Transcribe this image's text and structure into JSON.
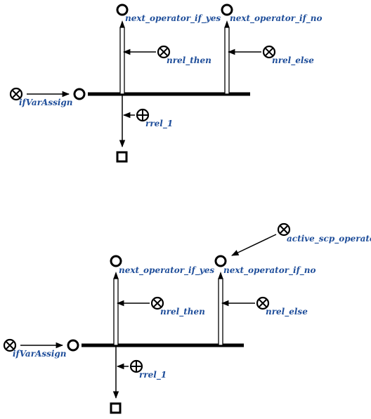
{
  "colors": {
    "ink": "#000000",
    "label": "#1f4e9a",
    "background": "#ffffff"
  },
  "icons": {
    "node": "circle-node-icon",
    "relation": "circle-x-icon",
    "positive_relation": "circle-plus-icon",
    "terminal": "square-node-icon"
  },
  "diagrams": [
    {
      "labels": {
        "yes": "next_operator_if_yes",
        "no": "next_operator_if_no",
        "then": "nrel_then",
        "else": "nrel_else",
        "assign": "ifVarAssign",
        "rrel": "rrel_1"
      }
    },
    {
      "labels": {
        "active": "active_scp_operator",
        "yes": "next_operator_if_yes",
        "no": "next_operator_if_no",
        "then": "nrel_then",
        "else": "nrel_else",
        "assign": "ifVarAssign",
        "rrel": "rrel_1"
      }
    }
  ]
}
